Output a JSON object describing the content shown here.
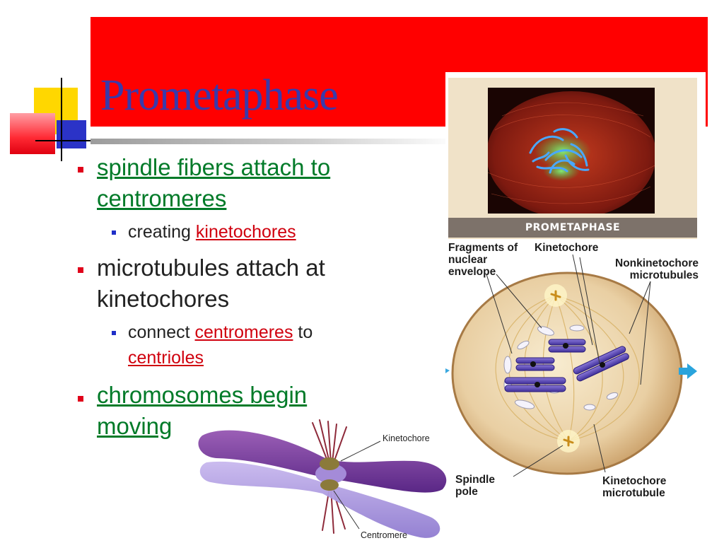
{
  "slide": {
    "title": "Prometaphase",
    "bullets": [
      {
        "parts": [
          {
            "text": "spindle fibers ",
            "style": "link-green"
          },
          {
            "text": "attach to centromeres",
            "style": "link-green"
          }
        ],
        "sub": [
          {
            "parts": [
              {
                "text": "creating ",
                "style": "plain"
              },
              {
                "text": "kinetochores",
                "style": "link-red"
              }
            ]
          }
        ]
      },
      {
        "parts": [
          {
            "text": "microtubules attach at kinetochores",
            "style": "plain"
          }
        ],
        "sub": [
          {
            "parts": [
              {
                "text": "connect ",
                "style": "plain"
              },
              {
                "text": "centromeres",
                "style": "link-red"
              },
              {
                "text": " to",
                "style": "plain"
              },
              {
                "text": "centrioles",
                "style": "link-red"
              }
            ]
          }
        ]
      },
      {
        "parts": [
          {
            "text": "chromosomes begin moving",
            "style": "link-green"
          }
        ],
        "sub": []
      }
    ]
  },
  "micrograph": {
    "label": "PROMETAPHASE"
  },
  "cell_diagram": {
    "labels": {
      "fragments": "Fragments of nuclear envelope",
      "kinetochore": "Kinetochore",
      "nonkinetochore": "Nonkinetochore microtubules",
      "spindle_pole": "Spindle pole",
      "kinetochore_mt": "Kinetochore microtubule"
    }
  },
  "chromosome_diagram": {
    "labels": {
      "kinetochore": "Kinetochore",
      "centromere": "Centromere"
    }
  },
  "colors": {
    "title_band": "#ff0000",
    "title_text": "#3a3aaa",
    "link_green": "#007a28",
    "link_red": "#d0000e",
    "bullet_red": "#e0001a",
    "bullet_blue": "#1f2fc8"
  }
}
